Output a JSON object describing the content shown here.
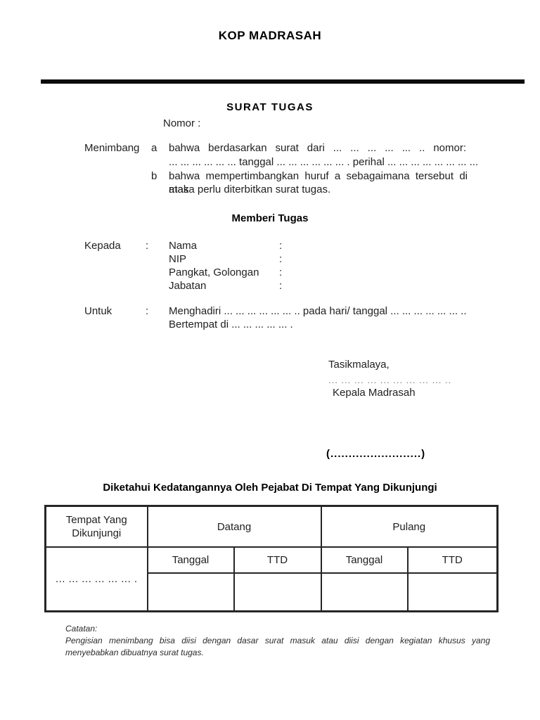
{
  "document": {
    "kop_title": "KOP MADRASAH",
    "title": "SURAT TUGAS",
    "nomor_label": "Nomor :"
  },
  "menimbang": {
    "label": "Menimbang",
    "item_a": {
      "marker": "a",
      "line1": "bahwa berdasarkan surat dari ... ... ... ... ... .. nomor:",
      "line2": "... ... ... ... ... ... tanggal ... ... ... ... ... ... . perihal ... ... ... ... ... ... ... ..."
    },
    "item_b": {
      "marker": "b",
      "line1": "bahwa mempertimbangkan huruf a sebagaimana tersebut di atas",
      "line2": "maka perlu diterbitkan surat tugas."
    }
  },
  "memberi_tugas_heading": "Memberi Tugas",
  "kepada": {
    "label": "Kepada",
    "colon": ":",
    "fields": [
      {
        "label": "Nama",
        "colon": ":"
      },
      {
        "label": "NIP",
        "colon": ":"
      },
      {
        "label": "Pangkat, Golongan",
        "colon": ":"
      },
      {
        "label": "Jabatan",
        "colon": ":"
      }
    ]
  },
  "untuk": {
    "label": "Untuk",
    "colon": ":",
    "line1": "Menghadiri ... ... ... ... ... ... .. pada hari/ tanggal ... ... ... ... ... ... ..",
    "line2": "Bertempat di ... ... ... ... ... ."
  },
  "signature": {
    "city": "Tasikmalaya,",
    "date_dots": "... ... ... ... ... ... ... ... ... ..",
    "role": "Kepala Madrasah",
    "name_placeholder": "(.........................)"
  },
  "acknowledgement": {
    "heading": "Diketahui Kedatangannya Oleh Pejabat Di Tempat Yang Dikunjungi",
    "table": {
      "place_header": "Tempat Yang Dikunjungi",
      "datang_header": "Datang",
      "pulang_header": "Pulang",
      "sub_headers": [
        "Tanggal",
        "TTD",
        "Tanggal",
        "TTD"
      ],
      "place_value_dots": "... ... ... ... ... ... ."
    }
  },
  "note": {
    "label": "Catatan:",
    "line1": "Pengisian menimbang bisa diisi dengan dasar surat masuk atau diisi dengan kegiatan khusus yang",
    "line2": "menyebabkan dibuatnya surat tugas."
  }
}
